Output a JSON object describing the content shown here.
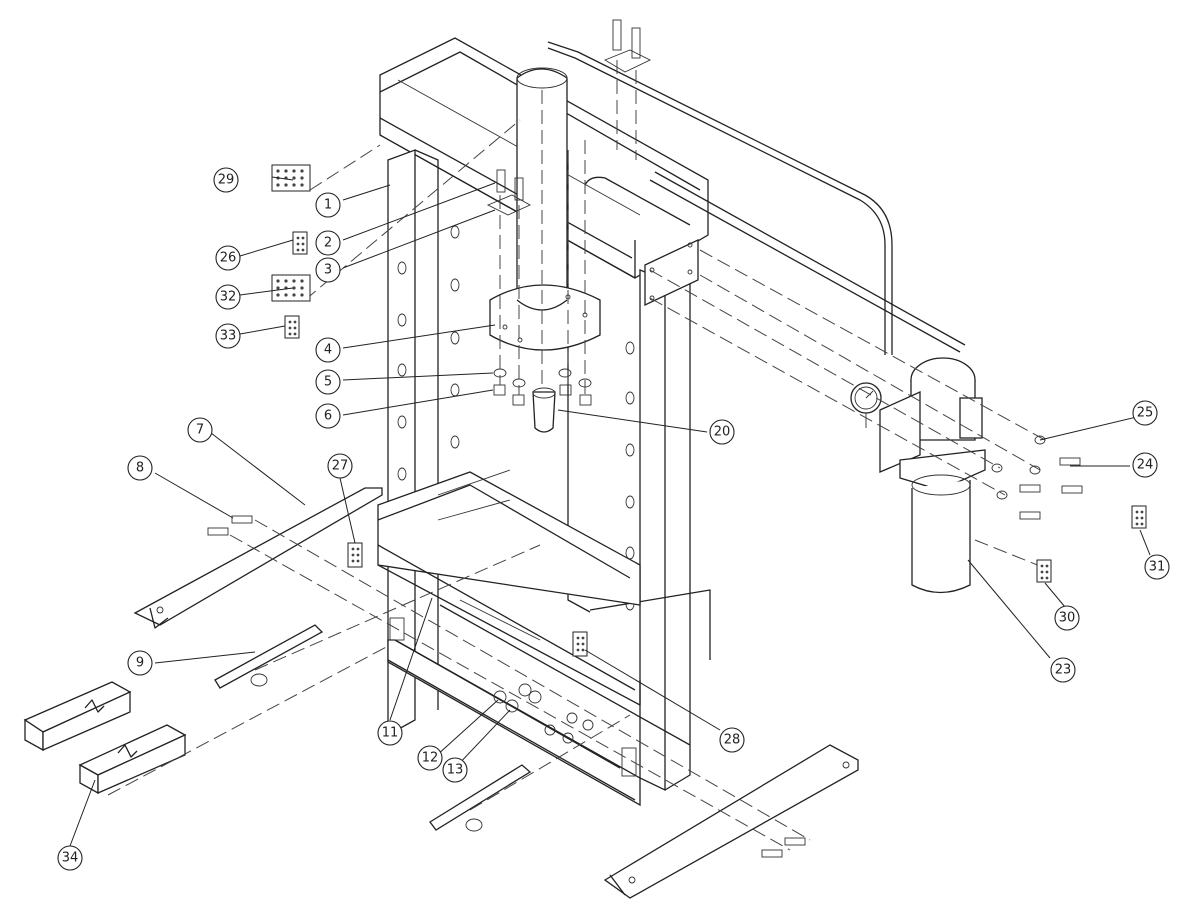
{
  "diagram": {
    "part_labels": [
      "1",
      "2",
      "3",
      "4",
      "5",
      "6",
      "7",
      "8",
      "9",
      "11",
      "12",
      "13",
      "20",
      "23",
      "24",
      "25",
      "26",
      "27",
      "28",
      "29",
      "30",
      "31",
      "32",
      "33",
      "34"
    ]
  }
}
